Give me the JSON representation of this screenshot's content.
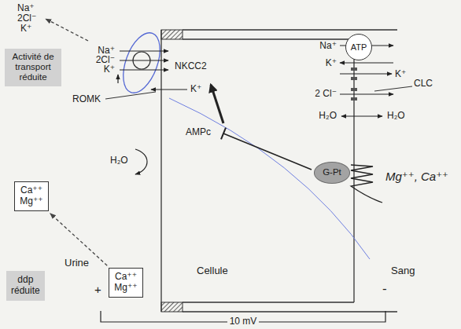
{
  "diagram": {
    "nodes": [
      {
        "text": [
          "Activité de transport réduite"
        ]
      },
      {
        "text": [
          "Ca⁺⁺ Mg⁺⁺"
        ]
      },
      {
        "text": [
          "ddp réduite"
        ]
      },
      {
        "text": [
          "Ca⁺⁺ Mg⁺⁺"
        ]
      },
      {
        "text": [
          "ATP"
        ]
      },
      {
        "text": [
          "G-Pt"
        ]
      }
    ],
    "edges": [
      {
        "from": 3,
        "to": 1,
        "arrow": "to"
      }
    ],
    "labels": [
      "Na⁺",
      "2Cl⁻",
      "K⁺",
      "Na⁺",
      "2Cl⁻",
      "K⁺",
      "NKCC2",
      "ROMK",
      "K⁺",
      "H₂O",
      "AMPc",
      "Na⁺",
      "K⁺",
      "K⁺",
      "2 Cl⁻",
      "CLC",
      "H₂O",
      "H₂O",
      "Mg⁺⁺, Ca⁺⁺",
      "Urine",
      "Cellule",
      "Sang",
      "+",
      "-",
      "10 mV"
    ]
  }
}
